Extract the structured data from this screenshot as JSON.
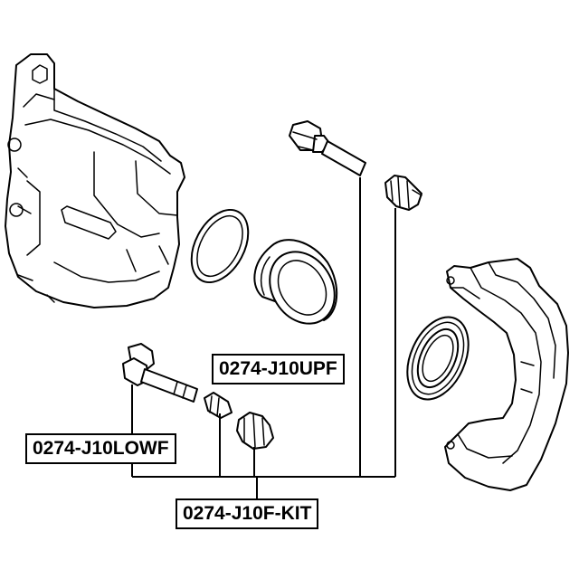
{
  "labels": {
    "upper_pin": "0274-J10UPF",
    "lower_pin": "0274-J10LOWF",
    "kit": "0274-J10F-KIT"
  }
}
